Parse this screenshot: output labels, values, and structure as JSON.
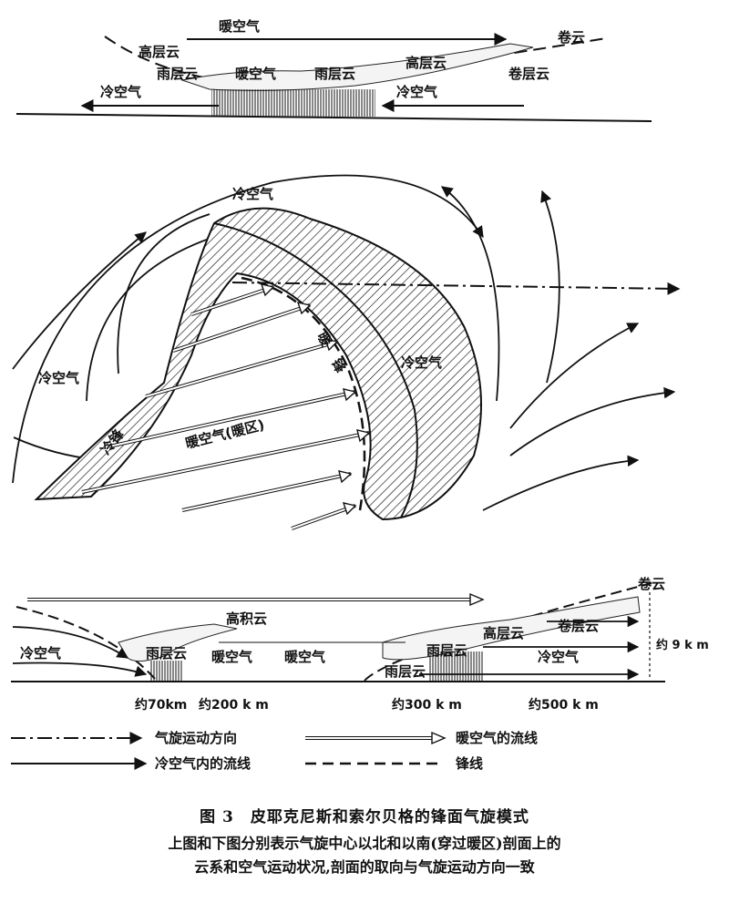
{
  "top_section": {
    "warm_air_top": "暖空气",
    "cirrus": "卷云",
    "altostratus_left": "高层云",
    "nimbostratus_left": "雨层云",
    "warm_air_mid": "暖空气",
    "nimbostratus_right": "雨层云",
    "altostratus_right": "高层云",
    "cirrostratus": "卷层云",
    "cold_air_left": "冷空气",
    "cold_air_right": "冷空气"
  },
  "middle_section": {
    "cold_air_top": "冷空气",
    "cold_air_left": "冷空气",
    "warm_front": "暖锋",
    "cold_front": "冷锋",
    "cold_air_right": "冷空气",
    "warm_sector": "暖空气(暖区)"
  },
  "bottom_section": {
    "altocumulus": "高积云",
    "cirrus": "卷云",
    "cold_air_left": "冷空气",
    "nimbostratus_left": "雨层云",
    "warm_air_1": "暖空气",
    "warm_air_2": "暖空气",
    "nimbostratus_mid": "雨层云",
    "altostratus": "高层云",
    "cirrostratus": "卷层云",
    "nimbostratus_low": "雨层云",
    "cold_air_right": "冷空气",
    "height": "约 9 k m",
    "dist_70": "约70km",
    "dist_200": "约200 k m",
    "dist_300": "约300 k m",
    "dist_500": "约500 k m"
  },
  "legend": {
    "cyclone_motion": "气旋运动方向",
    "warm_streamline": "暖空气的流线",
    "cold_streamline": "冷空气内的流线",
    "front_line": "锋线"
  },
  "caption": {
    "title": "图 3　皮耶克尼斯和索尔贝格的锋面气旋模式",
    "line1": "上图和下图分别表示气旋中心以北和以南(穿过暖区)剖面上的",
    "line2": "云系和空气运动状况,剖面的取向与气旋运动方向一致"
  }
}
